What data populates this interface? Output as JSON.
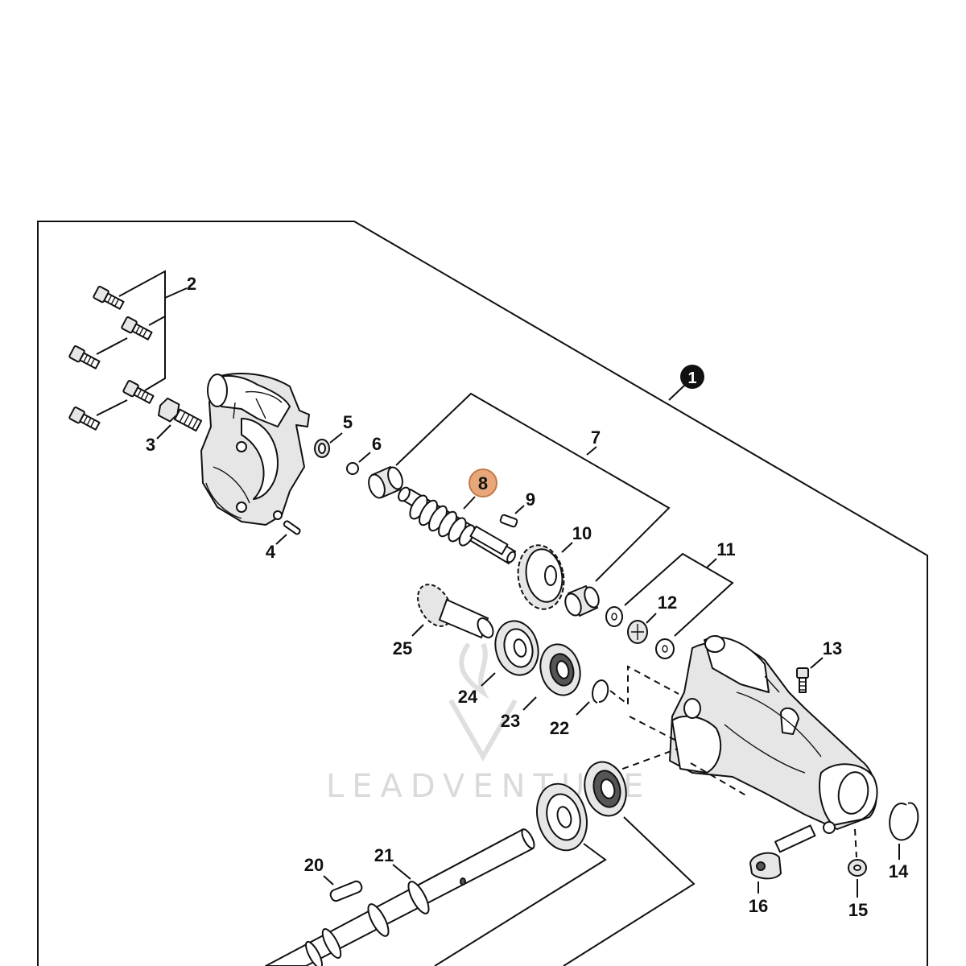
{
  "assembly_marker": "1",
  "highlighted_callout": "8",
  "highlight_color": "#e8a77a",
  "callouts": [
    "2",
    "3",
    "4",
    "5",
    "6",
    "7",
    "8",
    "9",
    "10",
    "11",
    "12",
    "13",
    "14",
    "15",
    "16",
    "20",
    "21",
    "22",
    "23",
    "24",
    "25"
  ],
  "watermark": "LEADVENTURE"
}
